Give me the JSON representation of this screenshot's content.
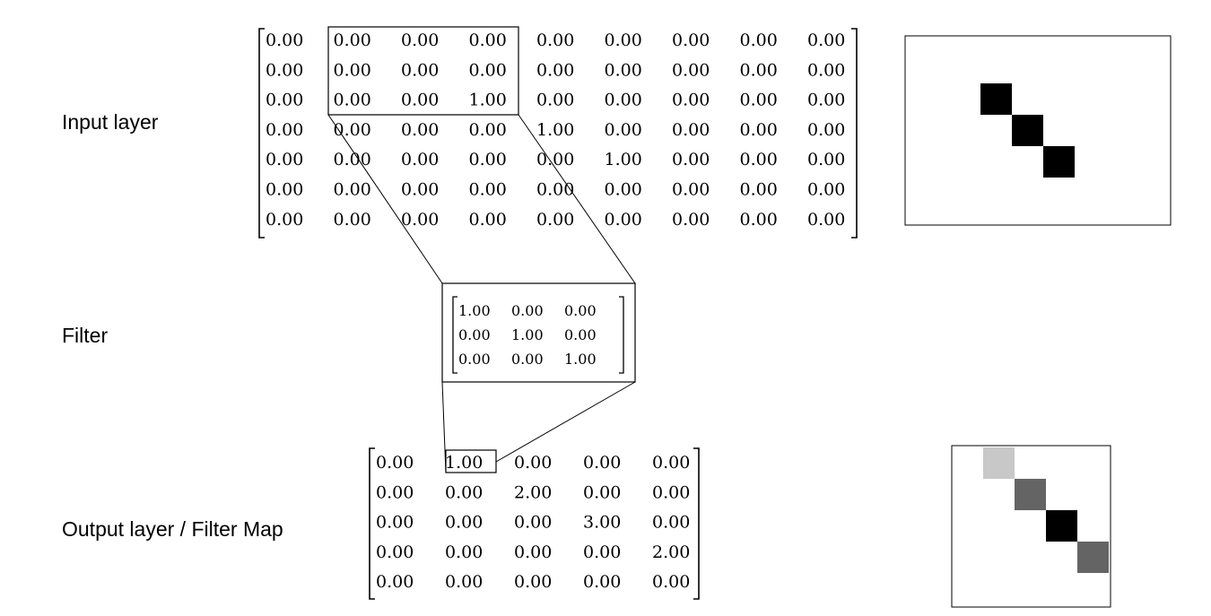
{
  "labels": {
    "input": "Input layer",
    "filter": "Filter",
    "output": "Output layer / Filter Map"
  },
  "matrices": {
    "input": [
      [
        "0.00",
        "0.00",
        "0.00",
        "0.00",
        "0.00",
        "0.00",
        "0.00",
        "0.00",
        "0.00"
      ],
      [
        "0.00",
        "0.00",
        "0.00",
        "0.00",
        "0.00",
        "0.00",
        "0.00",
        "0.00",
        "0.00"
      ],
      [
        "0.00",
        "0.00",
        "0.00",
        "1.00",
        "0.00",
        "0.00",
        "0.00",
        "0.00",
        "0.00"
      ],
      [
        "0.00",
        "0.00",
        "0.00",
        "0.00",
        "1.00",
        "0.00",
        "0.00",
        "0.00",
        "0.00"
      ],
      [
        "0.00",
        "0.00",
        "0.00",
        "0.00",
        "0.00",
        "1.00",
        "0.00",
        "0.00",
        "0.00"
      ],
      [
        "0.00",
        "0.00",
        "0.00",
        "0.00",
        "0.00",
        "0.00",
        "0.00",
        "0.00",
        "0.00"
      ],
      [
        "0.00",
        "0.00",
        "0.00",
        "0.00",
        "0.00",
        "0.00",
        "0.00",
        "0.00",
        "0.00"
      ]
    ],
    "filter": [
      [
        "1.00",
        "0.00",
        "0.00"
      ],
      [
        "0.00",
        "1.00",
        "0.00"
      ],
      [
        "0.00",
        "0.00",
        "1.00"
      ]
    ],
    "output": [
      [
        "0.00",
        "1.00",
        "0.00",
        "0.00",
        "0.00"
      ],
      [
        "0.00",
        "0.00",
        "2.00",
        "0.00",
        "0.00"
      ],
      [
        "0.00",
        "0.00",
        "0.00",
        "3.00",
        "0.00"
      ],
      [
        "0.00",
        "0.00",
        "0.00",
        "0.00",
        "2.00"
      ],
      [
        "0.00",
        "0.00",
        "0.00",
        "0.00",
        "0.00"
      ]
    ]
  },
  "colors": {
    "ink": "#000000",
    "background": "#ffffff",
    "output_level_1": "#c8c8c8",
    "output_level_2": "#646464",
    "output_level_3": "#000000"
  }
}
